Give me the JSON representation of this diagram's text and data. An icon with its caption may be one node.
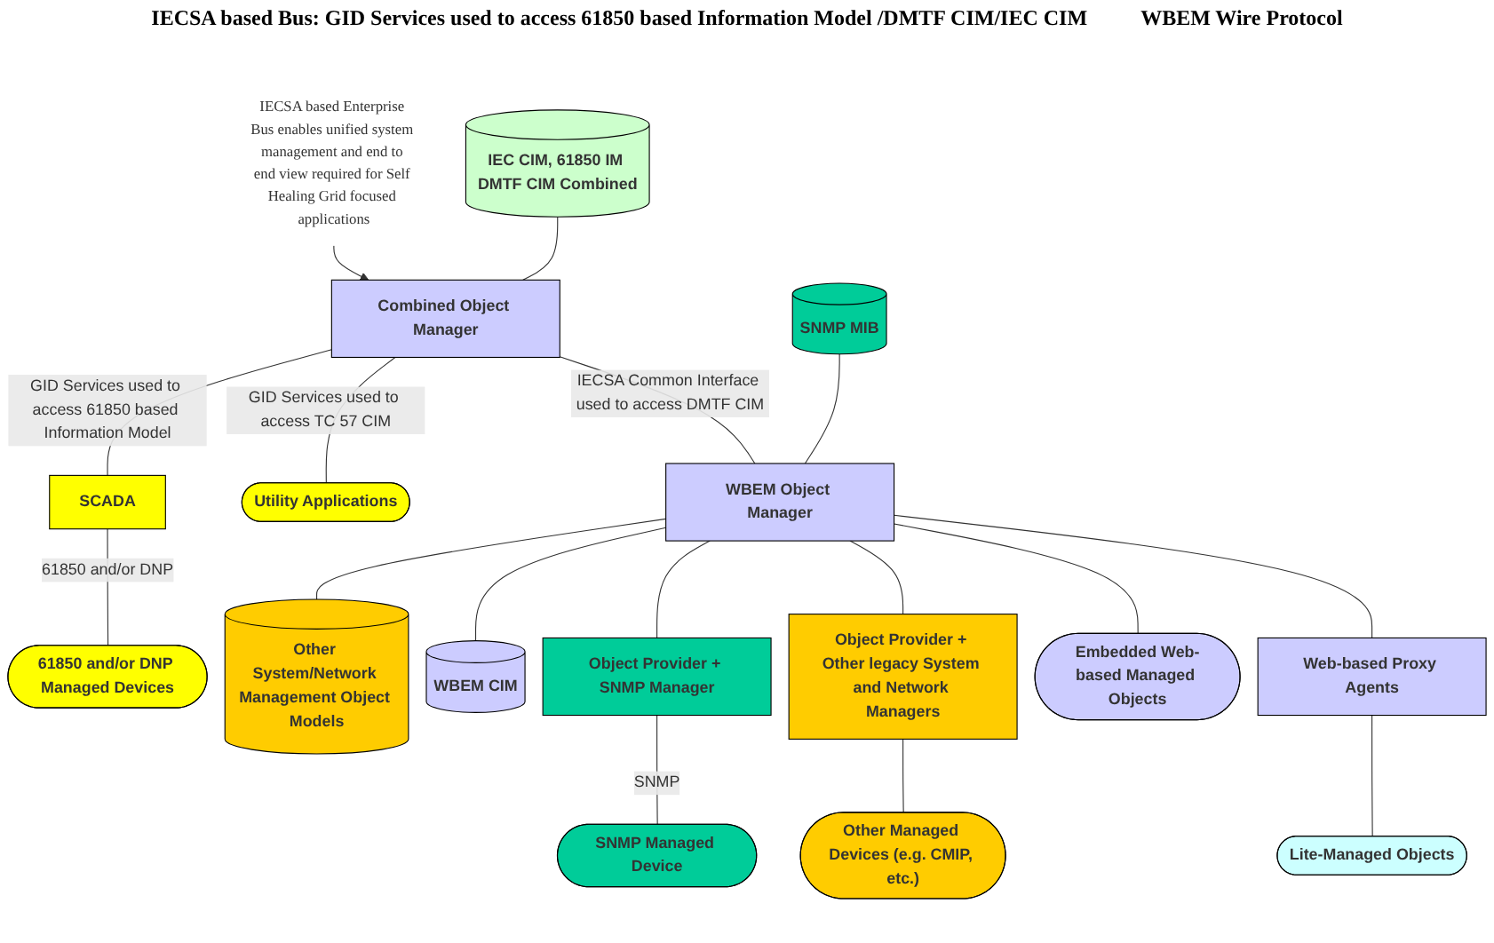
{
  "diagram": {
    "nodes": [
      {
        "text": [
          "IECSA based Enterprise Bus enables unified system management and end to end view required for Self Healing Grid focused applications"
        ]
      },
      {
        "text": [
          "IEC CIM, 61850 IM DMTF CIM Combined"
        ]
      },
      {
        "text": [
          "Combined Object Manager"
        ]
      },
      {
        "text": [
          "Other System/Network Management Object Models"
        ]
      },
      {
        "text": [
          "SNMP MIB"
        ]
      },
      {
        "text": [
          "WBEM Object Manager"
        ]
      },
      {
        "text": [
          "WBEM CIM"
        ]
      },
      {
        "text": [
          "SCADA"
        ]
      },
      {
        "text": [
          "Utility Applications"
        ]
      },
      {
        "text": [
          "Object Provider + SNMP Manager"
        ]
      },
      {
        "text": [
          "Object Provider + Other legacy System and Network Managers"
        ]
      },
      {
        "text": [
          "Web-based Proxy Agents"
        ]
      },
      {
        "text": [
          "Embedded Web-based Managed Objects"
        ]
      },
      {
        "text": [
          "61850 and/or DNP Managed Devices"
        ]
      },
      {
        "text": [
          "SNMP Managed Device"
        ]
      },
      {
        "text": [
          "Other Managed Devices (e.g. CMIP, etc.)"
        ]
      },
      {
        "text": [
          "Lite-Managed Objects"
        ]
      }
    ],
    "edges": [
      {
        "from": 0,
        "to": 2,
        "arrow": "to"
      },
      {
        "from": 1,
        "to": 2,
        "arrow": "none"
      },
      {
        "from": 2,
        "to": 7,
        "arrow": "none",
        "label": "GID Services used to access 61850 based Information Model"
      },
      {
        "from": 2,
        "to": 8,
        "arrow": "none",
        "label": "GID Services used to access TC 57 CIM"
      },
      {
        "from": 2,
        "to": 5,
        "arrow": "none",
        "label": "IECSA Common Interface used to access DMTF CIM"
      },
      {
        "from": 4,
        "to": 5,
        "arrow": "none"
      },
      {
        "from": 5,
        "to": 3,
        "arrow": "none"
      },
      {
        "from": 5,
        "to": 6,
        "arrow": "none"
      },
      {
        "from": 5,
        "to": 9,
        "arrow": "none"
      },
      {
        "from": 5,
        "to": 10,
        "arrow": "none"
      },
      {
        "from": 5,
        "to": 12,
        "arrow": "none"
      },
      {
        "from": 5,
        "to": 11,
        "arrow": "none"
      },
      {
        "from": 7,
        "to": 13,
        "arrow": "none",
        "label": "61850 and/or DNP"
      },
      {
        "from": 9,
        "to": 14,
        "arrow": "none",
        "label": "SNMP"
      },
      {
        "from": 10,
        "to": 15,
        "arrow": "none"
      },
      {
        "from": 11,
        "to": 16,
        "arrow": "none"
      }
    ],
    "labels": [
      "IECSA based Bus: GID Services used to access 61850 based Information Model /DMTF CIM/IEC CIM",
      "WBEM Wire Protocol"
    ]
  }
}
